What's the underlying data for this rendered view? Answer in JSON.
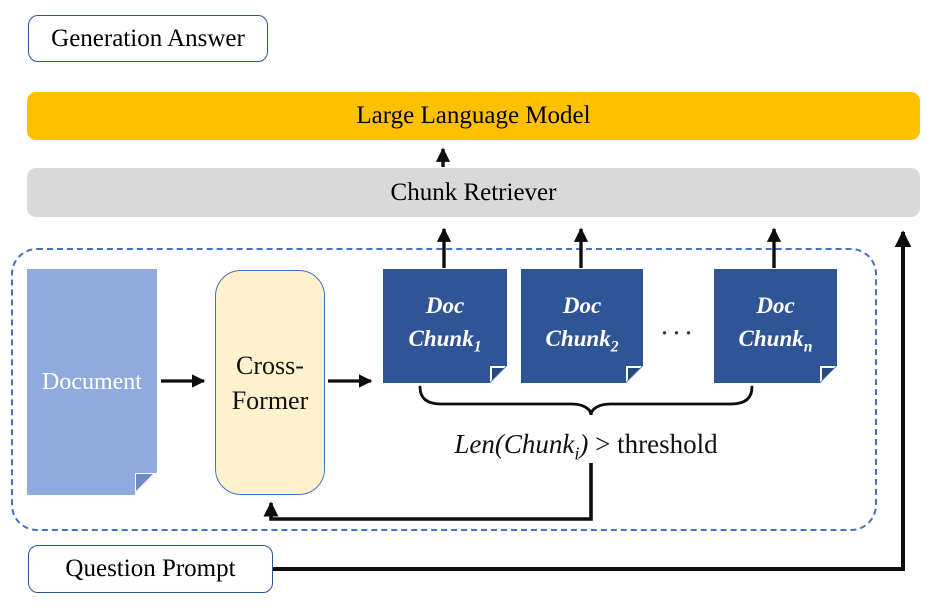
{
  "colors": {
    "gold": "#FFC000",
    "gray": "#D9D9D9",
    "chunk-blue": "#2F5597",
    "chunk-fold": "#27497E",
    "doc-blue": "#8FAADC",
    "doc-fold": "#7289C8",
    "cream": "#FFF2CC",
    "pill-border": "#2F5597",
    "cf-border": "#4472C4",
    "dash-blue": "#4472C4",
    "arrow": "#0d0d0d",
    "dots": "#1F3864",
    "white-text": "#FFFFFF"
  },
  "labels": {
    "generation_answer": "Generation Answer",
    "llm": "Large Language Model",
    "retriever": "Chunk Retriever",
    "document": "Document",
    "crossformer_line1": "Cross-",
    "crossformer_line2": "Former",
    "question_prompt": "Question Prompt",
    "ellipsis": "···"
  },
  "chunks": [
    {
      "line1": "Doc",
      "line2": "Chunk",
      "sub": "1"
    },
    {
      "line1": "Doc",
      "line2": "Chunk",
      "sub": "2"
    },
    {
      "line1": "Doc",
      "line2": "Chunk",
      "sub": "n"
    }
  ],
  "formula": {
    "fn_open_arg": "Len(Chunk",
    "sub": "i",
    "close": ")",
    "op": " > ",
    "rhs": "threshold"
  }
}
